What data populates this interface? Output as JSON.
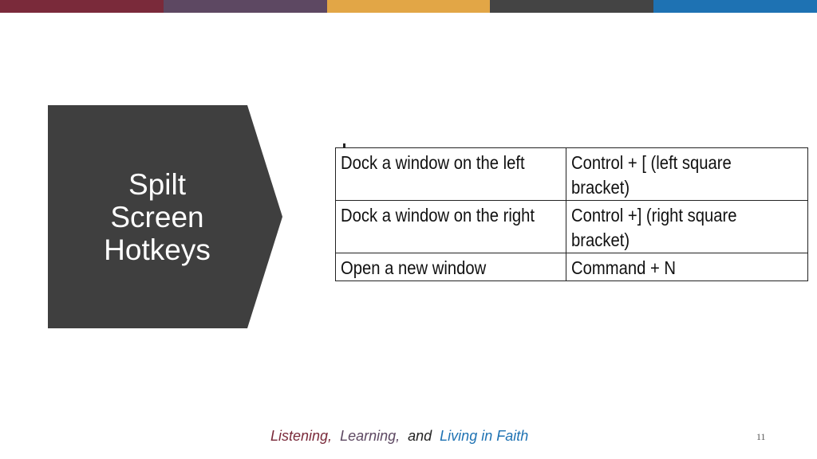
{
  "top_bar": {
    "colors": [
      "#7a2a3a",
      "#5d4862",
      "#e2a646",
      "#444444",
      "#1e72b3"
    ]
  },
  "title": {
    "lines": [
      "Spilt",
      "Screen",
      "Hotkeys"
    ],
    "shape_color": "#3f3f3f"
  },
  "hotkeys_table": {
    "rows": [
      {
        "action": "Dock a window on the left",
        "shortcut": "Control + [ (left square bracket)"
      },
      {
        "action": "Dock a window on the right",
        "shortcut": "Control +] (right square bracket)"
      },
      {
        "action": "Open a new window",
        "shortcut": "Command + N"
      }
    ]
  },
  "footer": {
    "words": [
      {
        "text": "Listening,",
        "color": "#7a2a3a"
      },
      {
        "text": "Learning,",
        "color": "#5d4862"
      },
      {
        "text": "and",
        "color": "#222222"
      },
      {
        "text": "Living in Faith",
        "color": "#1e72b3"
      }
    ]
  },
  "page_number": "11"
}
